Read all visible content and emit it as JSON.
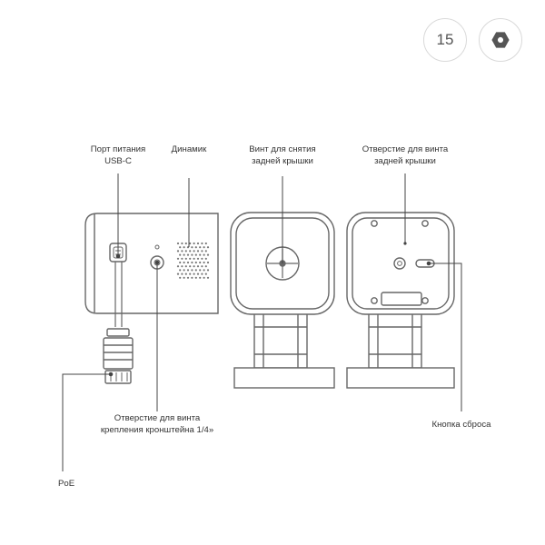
{
  "page": {
    "number": "15",
    "icon": "hex-nut-icon"
  },
  "labels": {
    "usb_port": [
      "Порт питания",
      "USB-C"
    ],
    "speaker": "Динамик",
    "back_cover_screw": [
      "Винт для снятия",
      "задней крышки"
    ],
    "back_cover_screw_hole": [
      "Отверстие для винта",
      "задней крышки"
    ],
    "bracket_mount_hole": [
      "Отверстие для винта",
      "крепления кронштейна 1/4»"
    ],
    "reset_button": "Кнопка сброса",
    "poe": "PoE"
  }
}
